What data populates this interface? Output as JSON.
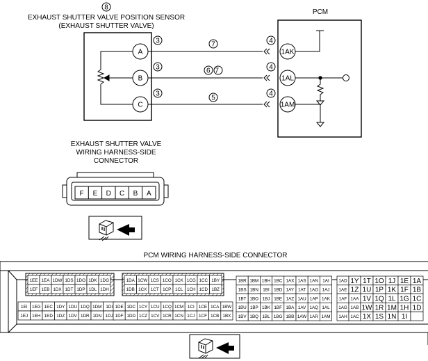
{
  "sensor": {
    "ref": "8",
    "title_line1": "EXHAUST SHUTTER VALVE POSITION SENSOR",
    "title_line2": "(EXHAUST SHUTTER VALVE)",
    "pins": [
      "A",
      "B",
      "C"
    ]
  },
  "pcm": {
    "title": "PCM",
    "pins": [
      "1AK",
      "1AL",
      "1AM"
    ]
  },
  "wires": [
    {
      "left_ref": "3",
      "mid_ref": "7",
      "right_ref": "4"
    },
    {
      "left_ref": "3",
      "mid_ref": "6 7",
      "right_ref": "4"
    },
    {
      "left_ref": "3",
      "mid_ref": "5",
      "right_ref": "4"
    }
  ],
  "valve_connector": {
    "title_line1": "EXHAUST SHUTTER VALVE",
    "title_line2": "WIRING HARNESS-SIDE",
    "title_line3": "CONNECTOR",
    "pins": [
      "F",
      "E",
      "D",
      "C",
      "B",
      "A"
    ]
  },
  "pcm_connector": {
    "title": "PCM WIRING HARNESS-SIDE CONNECTOR",
    "block1": {
      "row1": [
        "1EE",
        "1EA",
        "1DW",
        "1DS",
        "1DO",
        "1DK",
        "1DG"
      ],
      "row2": [
        "1EF",
        "1EB",
        "1DX",
        "1DT",
        "1DP",
        "1DL",
        "1DH"
      ]
    },
    "block2": {
      "row1": [
        "1DA",
        "1CW",
        "1CS",
        "1CO",
        "1CK",
        "1CG",
        "1CC",
        "1BY"
      ],
      "row2": [
        "1DB",
        "1CX",
        "1CT",
        "1CP",
        "1CL",
        "1CH",
        "1CD",
        "1BZ"
      ]
    },
    "block3": {
      "row1": [
        "1EI",
        "1EG",
        "1EC",
        "1DY",
        "1DU",
        "1DQ",
        "1DM",
        "1DI"
      ],
      "row2": [
        "1EJ",
        "1EH",
        "1ED",
        "1DZ",
        "1DV",
        "1DR",
        "1DN",
        "1DJ"
      ]
    },
    "block4": {
      "row1": [
        "1DE",
        "1DC",
        "1CY",
        "1CU",
        "1CQ",
        "1CM",
        "1CI",
        "1CE",
        "1CA",
        "1BW"
      ],
      "row2": [
        "1DF",
        "1DD",
        "1CZ",
        "1CV",
        "1CR",
        "1CN",
        "1CJ",
        "1CF",
        "1CB",
        "1BX"
      ]
    },
    "block5": {
      "rows": [
        [
          "1BR",
          "1BM",
          "1BH",
          "1BC",
          "1AX",
          "1AS",
          "1AN",
          "1AI"
        ],
        [
          "1BS",
          "1BN",
          "1BI",
          "1BD",
          "1AY",
          "1AT",
          "1AO",
          "1AJ"
        ],
        [
          "1BT",
          "1BO",
          "1BJ",
          "1BE",
          "1AZ",
          "1AU",
          "1AP",
          "1AK"
        ],
        [
          "1BU",
          "1BP",
          "1BK",
          "1BF",
          "1BA",
          "1AV",
          "1AQ",
          "1AL"
        ],
        [
          "1BV",
          "1BQ",
          "1BL",
          "1BG",
          "1BB",
          "1AW",
          "1AR",
          "1AM"
        ]
      ]
    },
    "block6": {
      "rows": [
        [
          "1AD",
          "1Y",
          "1T",
          "1O",
          "1J",
          "1E",
          "1A"
        ],
        [
          "1AE",
          "1Z",
          "1U",
          "1P",
          "1K",
          "1F",
          "1B"
        ],
        [
          "1AF",
          "1AA",
          "1V",
          "1Q",
          "1L",
          "1G",
          "1C"
        ],
        [
          "1AG",
          "1AB",
          "1W",
          "1R",
          "1M",
          "1H",
          "1D"
        ],
        [
          "1AH",
          "1AC",
          "1X",
          "1S",
          "1N",
          "1I",
          ""
        ]
      ]
    }
  }
}
